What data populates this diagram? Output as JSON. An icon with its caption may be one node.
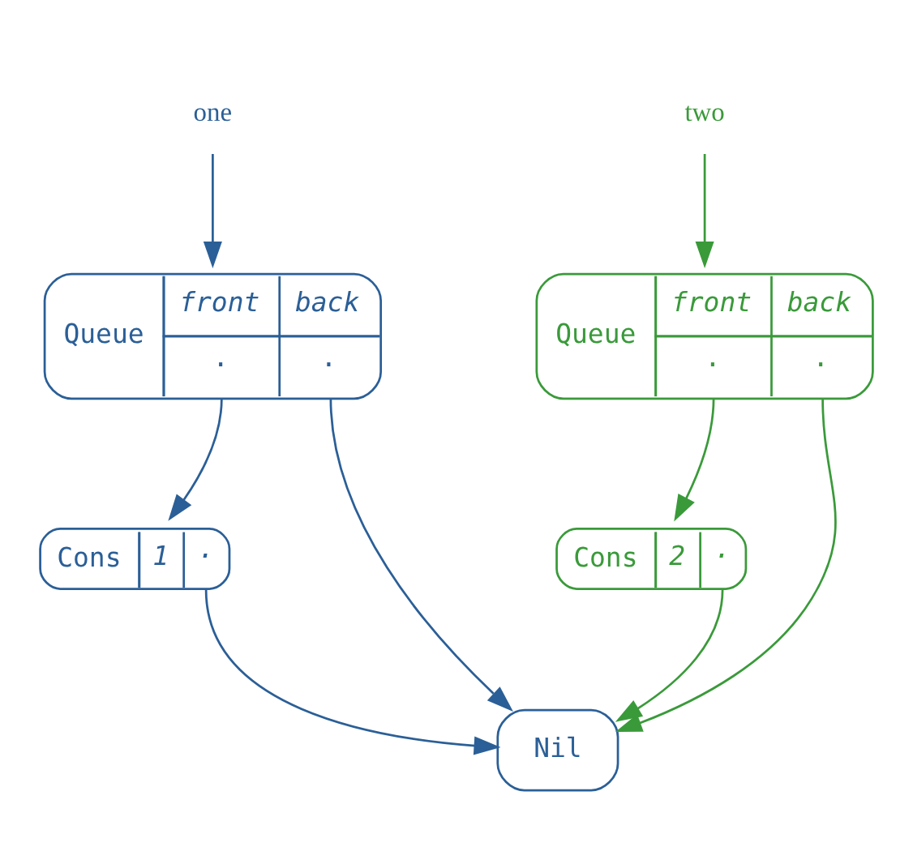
{
  "diagram": {
    "nodes": [
      {
        "text": [
          "one"
        ]
      },
      {
        "text": [
          "two"
        ]
      },
      {
        "text": [
          "Queue",
          "front",
          "back",
          "·",
          "·"
        ]
      },
      {
        "text": [
          "Queue",
          "front",
          "back",
          "·",
          "·"
        ]
      },
      {
        "text": [
          "Cons",
          "1",
          "·"
        ]
      },
      {
        "text": [
          "Cons",
          "2",
          "·"
        ]
      },
      {
        "text": [
          "Nil"
        ]
      }
    ],
    "edges": [
      {
        "from": 0,
        "to": 2,
        "arrow": "to",
        "color": "#2b5f97"
      },
      {
        "from": 1,
        "to": 3,
        "arrow": "to",
        "color": "#3a9a3a"
      },
      {
        "from": 2,
        "to": 4,
        "arrow": "to",
        "color": "#2b5f97"
      },
      {
        "from": 2,
        "to": 6,
        "arrow": "to",
        "color": "#2b5f97"
      },
      {
        "from": 4,
        "to": 6,
        "arrow": "to",
        "color": "#2b5f97"
      },
      {
        "from": 3,
        "to": 5,
        "arrow": "to",
        "color": "#3a9a3a"
      },
      {
        "from": 3,
        "to": 6,
        "arrow": "to",
        "color": "#3a9a3a"
      },
      {
        "from": 5,
        "to": 6,
        "arrow": "to",
        "color": "#3a9a3a"
      }
    ]
  }
}
